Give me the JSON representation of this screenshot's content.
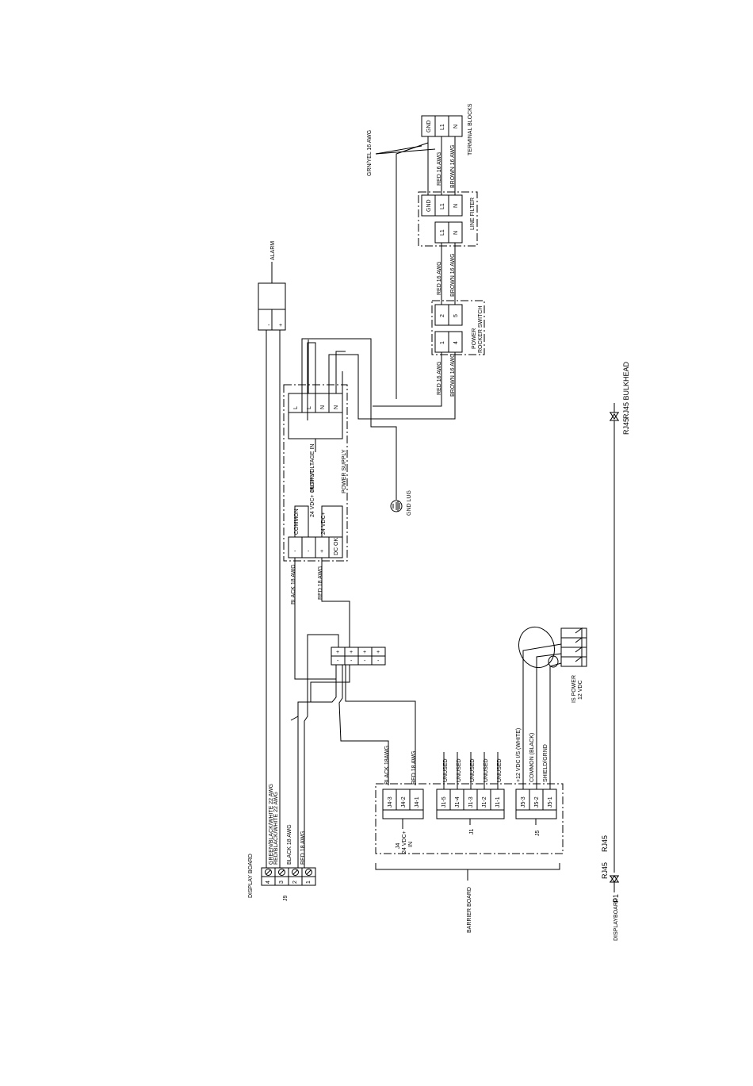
{
  "display_board": {
    "title": "DISPLAY BOARD",
    "connector": "J9",
    "pins": [
      "4",
      "3",
      "2",
      "1"
    ],
    "wires": [
      "GREEN/BLACK/WHITE 22 AWG",
      "RED/BLACK/WHITE 22 AWG",
      "BLACK 18 AWG",
      "RED 18 AWG"
    ]
  },
  "alarm": {
    "label": "ALARM",
    "terms": [
      "-",
      "+"
    ]
  },
  "power_supply": {
    "title": "POWER SUPPLY",
    "hv_terms": [
      "L",
      "L",
      "N",
      "N"
    ],
    "hv_label": "HIGH VOLTAGE IN",
    "out_label": "24 VDC+ OUTPUT",
    "dc_terms": [
      "-",
      "-",
      "+",
      "DC OK"
    ],
    "common": "COMMON",
    "vdc": "24 VDC+",
    "wire_black": "BLACK 18 AWG",
    "wire_red": "RED 18 AWG"
  },
  "gnd_lug": "GND LUG",
  "rocker": {
    "title": "POWER ROCKER SWITCH",
    "terms": [
      "1",
      "4",
      "2",
      "5"
    ],
    "wire_in_red": "RED 16 AWG",
    "wire_in_brown": "BROWN 16 AWG"
  },
  "line_filter": {
    "title": "LINE FILTER",
    "in_terms": [
      "L1",
      "N"
    ],
    "out_terms": [
      "GND",
      "L1",
      "N"
    ],
    "wire_red": "RED 16 AWG",
    "wire_brown": "BROWN 16 AWG"
  },
  "terminal_blocks": {
    "title": "TERMINAL BLOCKS",
    "terms": [
      "GND",
      "L1",
      "N"
    ],
    "wire_red": "RED 16 AWG",
    "wire_brown": "BROWN 16 AWG",
    "wire_grnyel": "GRN/YEL 16 AWG"
  },
  "distribution": {
    "top": [
      "+",
      "+",
      "+",
      "+"
    ],
    "bottom": [
      "-",
      "-",
      "-",
      "-"
    ]
  },
  "barrier": {
    "title": "BARRIER BOARD",
    "j4": {
      "pins": [
        "J4-3",
        "J4-2",
        "J4-1"
      ],
      "label": "J4",
      "sub": "24 VDC+",
      "sub2": "IN",
      "wires": [
        "BLACK 18AWG",
        "",
        "RED 18 AWG"
      ]
    },
    "j1": {
      "pins": [
        "J1-5",
        "J1-4",
        "J1-3",
        "J1-2",
        "J1-1"
      ],
      "label": "J1",
      "wires": [
        "UNUSED",
        "UNUSED",
        "UNUSED",
        "UNUSED",
        "UNUSED"
      ]
    },
    "j5": {
      "pins": [
        "J5-3",
        "J5-2",
        "J5-1"
      ],
      "label": "J5",
      "wires": [
        "+12 VDC I/S (WHITE)",
        "COMMON (BLACK)",
        "SHIELD/GRND"
      ]
    }
  },
  "is_power": {
    "line1": "IS POWER",
    "line2": "12 VDC"
  },
  "rj45": {
    "left_top": "RJ45",
    "left_top2": "RJ45",
    "display_label": "DISPLAYBOARD",
    "p1": "P1",
    "right_label": "RJ45",
    "bulkhead": "RJ45 BULKHEAD"
  }
}
